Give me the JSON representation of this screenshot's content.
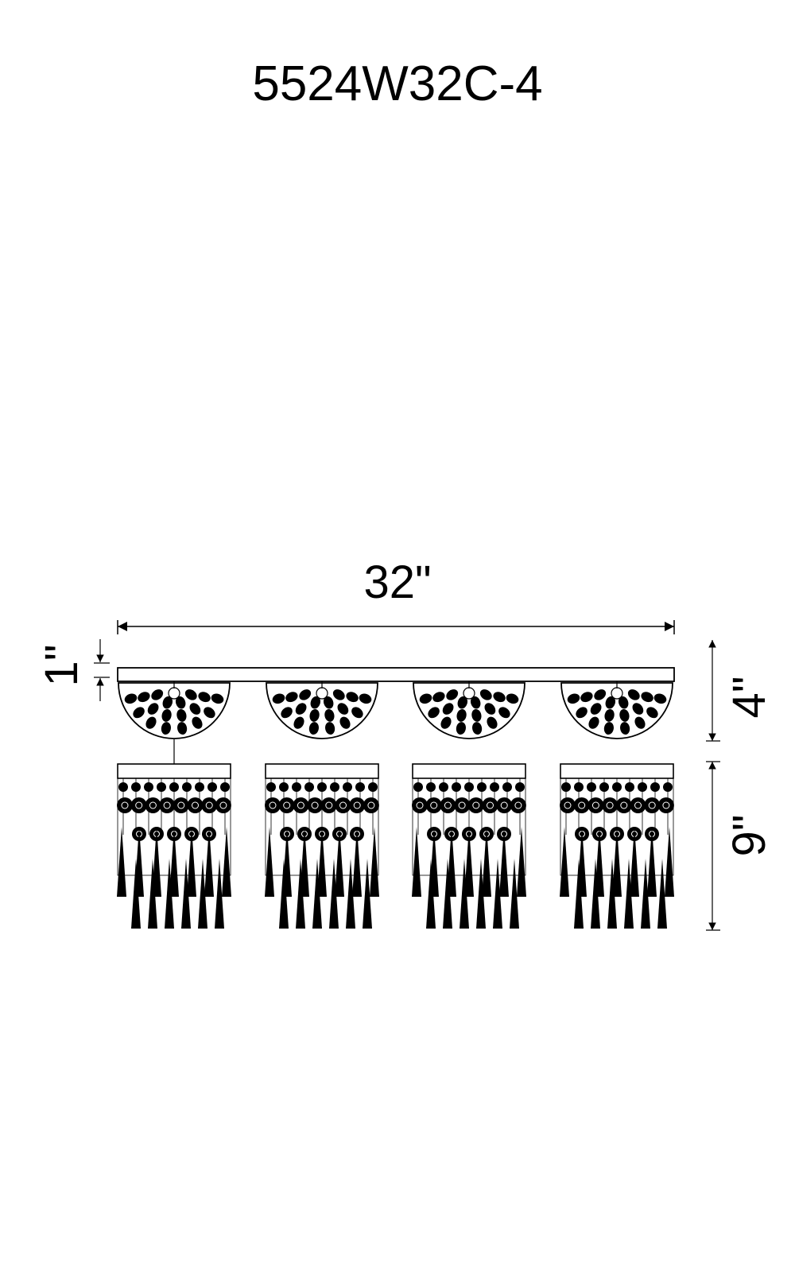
{
  "drawing": {
    "model_number": "5524W32C-4",
    "dimensions": {
      "width": "32\"",
      "canopy_height": "1\"",
      "upper_height": "4\"",
      "lower_height": "9\""
    },
    "light_count": 4,
    "line_color": "#000000"
  }
}
